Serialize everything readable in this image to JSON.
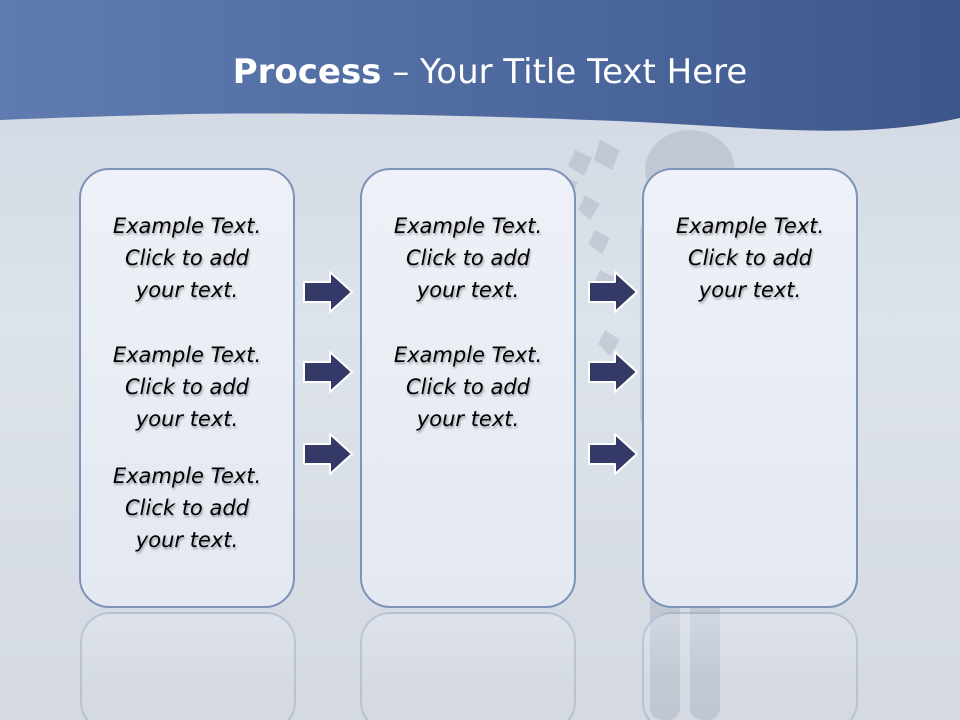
{
  "title": {
    "bold": "Process",
    "rest": " – Your Title Text Here"
  },
  "columns": [
    {
      "blocks": [
        {
          "l1": "Example Text.",
          "l2": "Click  to add",
          "l3": "your text."
        },
        {
          "l1": "Example Text.",
          "l2": "Click  to add",
          "l3": "your text."
        },
        {
          "l1": "Example Text.",
          "l2": "Click  to add",
          "l3": "your text."
        }
      ]
    },
    {
      "blocks": [
        {
          "l1": "Example Text.",
          "l2": "Click  to add",
          "l3": "your text."
        },
        {
          "l1": "Example Text.",
          "l2": "Click  to add",
          "l3": "your text."
        }
      ]
    },
    {
      "blocks": [
        {
          "l1": "Example Text.",
          "l2": "Click  to add",
          "l3": "your text."
        }
      ]
    }
  ],
  "colors": {
    "header": "#4e6aa0",
    "box_border": "#7d93b8",
    "arrow": "#343968"
  }
}
